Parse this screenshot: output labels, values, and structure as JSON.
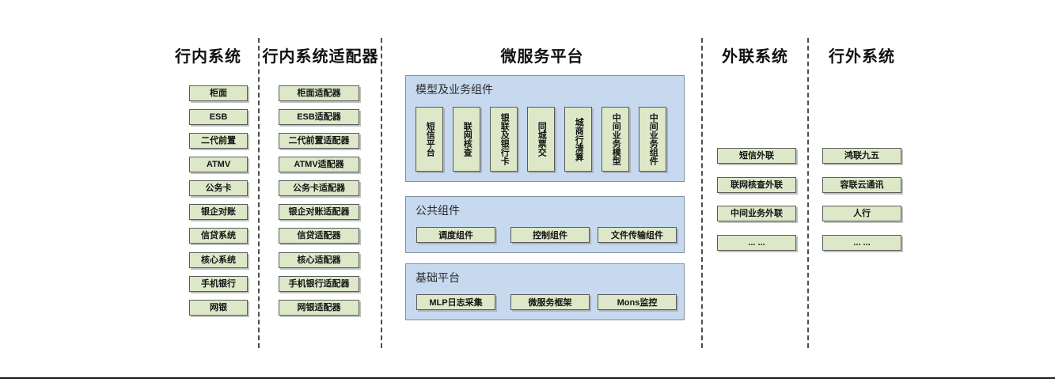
{
  "columns": {
    "internal_systems": {
      "header": "行内系统",
      "items": [
        "柜面",
        "ESB",
        "二代前置",
        "ATMV",
        "公务卡",
        "银企对账",
        "信贷系统",
        "核心系统",
        "手机银行",
        "网银"
      ]
    },
    "internal_adapters": {
      "header": "行内系统适配器",
      "items": [
        "柜面适配器",
        "ESB适配器",
        "二代前置适配器",
        "ATMV适配器",
        "公务卡适配器",
        "银企对账适配器",
        "信贷适配器",
        "核心适配器",
        "手机银行适配器",
        "网银适配器"
      ]
    },
    "microservice_platform": {
      "header": "微服务平台",
      "panels": [
        {
          "title": "模型及业务组件",
          "components": [
            "短信平台",
            "联网核查",
            "银联及银行卡",
            "同城票交",
            "城商行清算",
            "中间业务模型",
            "中间业务组件"
          ]
        },
        {
          "title": "公共组件",
          "components": [
            "调度组件",
            "控制组件",
            "文件传输组件"
          ]
        },
        {
          "title": "基础平台",
          "components": [
            "MLP日志采集",
            "微服务框架",
            "Mons监控"
          ]
        }
      ]
    },
    "external_link_systems": {
      "header": "外联系统",
      "items": [
        "短信外联",
        "联网核查外联",
        "中间业务外联",
        "... ..."
      ]
    },
    "outside_bank_systems": {
      "header": "行外系统",
      "items": [
        "鸿联九五",
        "容联云通讯",
        "人行",
        "... ..."
      ]
    }
  },
  "colors": {
    "node_fill": "#dde8c8",
    "node_border": "#5a5a5a",
    "panel_fill": "#c6d9ef",
    "panel_border": "#7f8fa0",
    "divider": "#4d4d4d",
    "text": "#111111"
  }
}
